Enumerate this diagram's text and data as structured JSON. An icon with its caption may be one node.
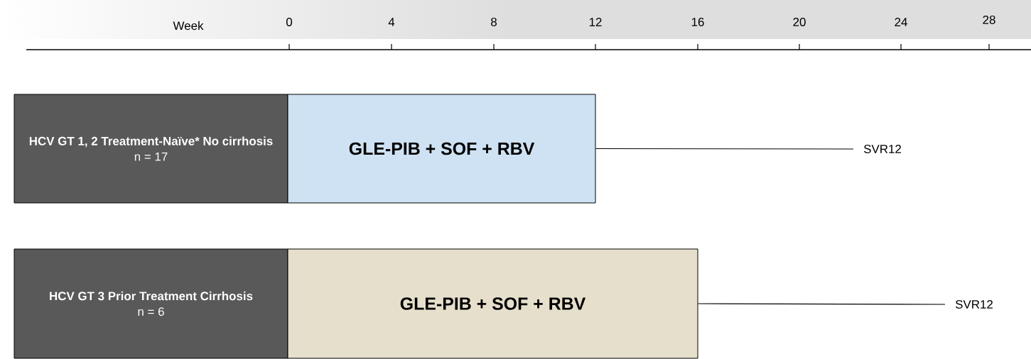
{
  "diagram": {
    "nodes": [
      {
        "text": [
          "HCV GT 1, 2 Treatment-Naïve* No cirrhosis",
          "n = 17"
        ]
      },
      {
        "text": [
          "GLE-PIB + SOF + RBV"
        ]
      },
      {
        "text": [
          "SVR12"
        ]
      },
      {
        "text": [
          "HCV GT 3 Prior Treatment Cirrhosis",
          "n = 6"
        ]
      },
      {
        "text": [
          "GLE-PIB + SOF + RBV"
        ]
      },
      {
        "text": [
          "SVR12"
        ]
      }
    ],
    "edges": [
      {
        "from": 1,
        "to": 2,
        "arrow": "none"
      },
      {
        "from": 4,
        "to": 5,
        "arrow": "none"
      }
    ],
    "labels": [
      "Week",
      "0",
      "4",
      "8",
      "12",
      "16",
      "20",
      "24",
      "28"
    ]
  }
}
